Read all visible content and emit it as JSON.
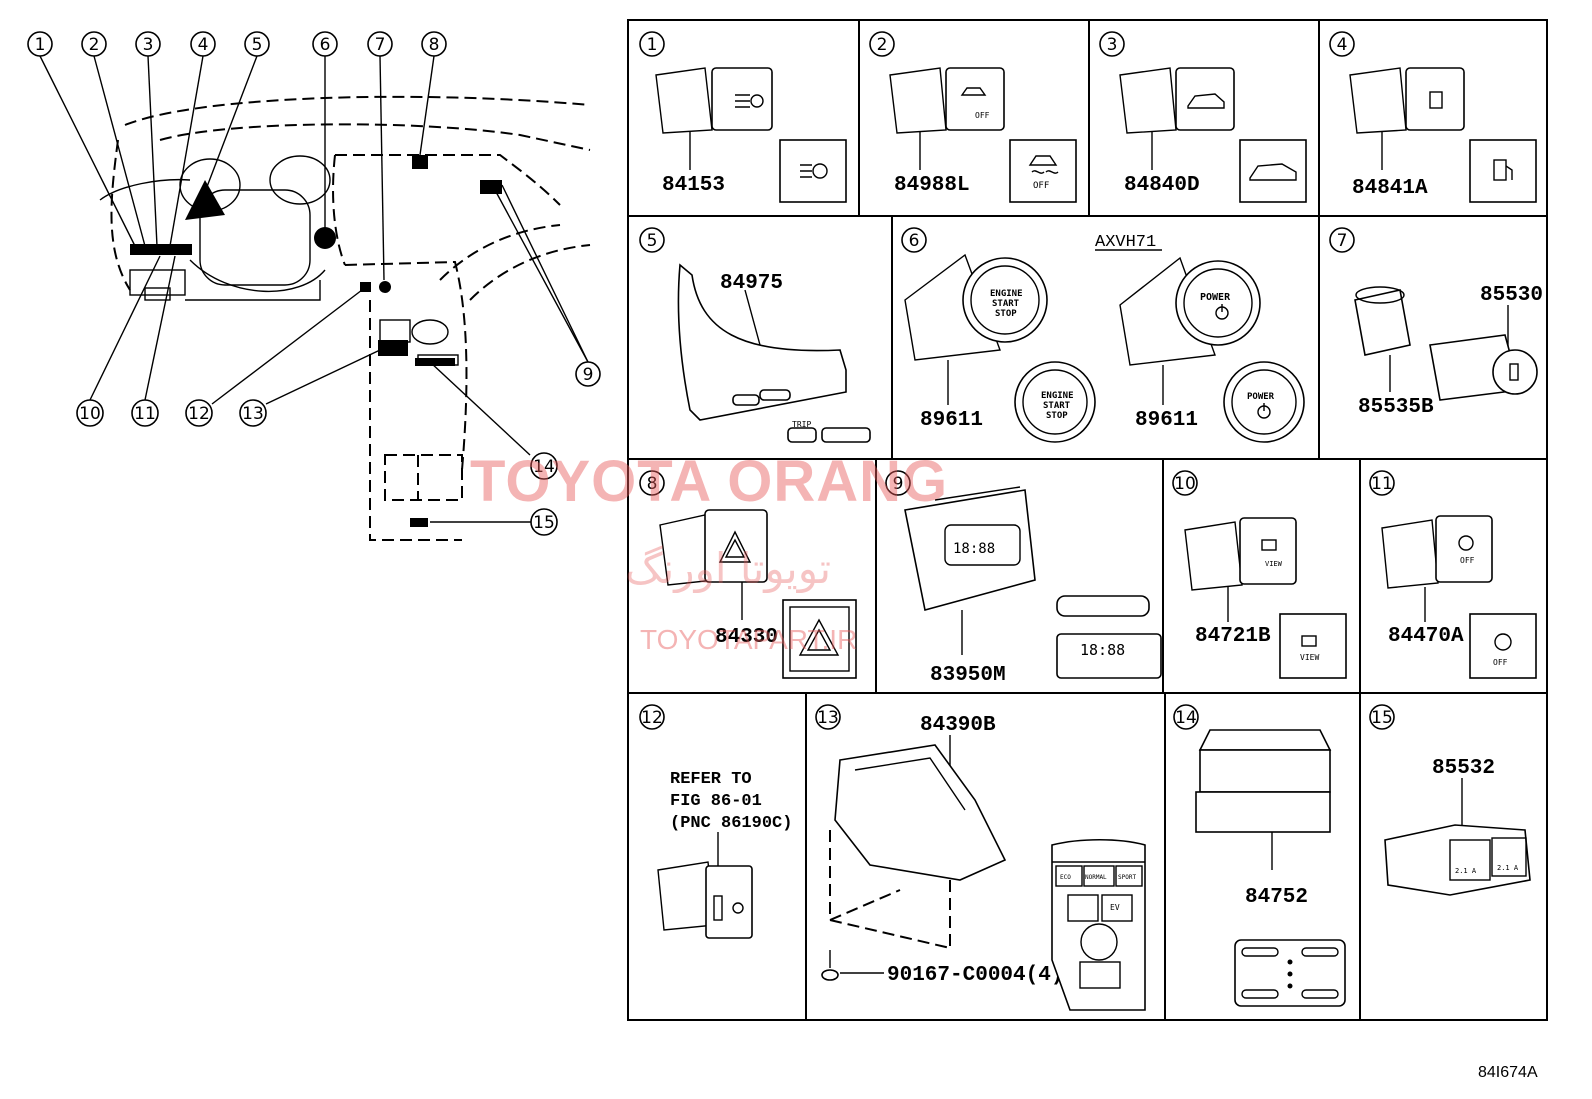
{
  "overview_callouts": [
    "1",
    "2",
    "3",
    "4",
    "5",
    "6",
    "7",
    "8",
    "9",
    "10",
    "11",
    "12",
    "13",
    "14",
    "15"
  ],
  "cells": [
    {
      "index": "1",
      "part_numbers": [
        "84153"
      ]
    },
    {
      "index": "2",
      "part_numbers": [
        "84988L"
      ],
      "button_text": [
        "OFF"
      ]
    },
    {
      "index": "3",
      "part_numbers": [
        "84840D"
      ]
    },
    {
      "index": "4",
      "part_numbers": [
        "84841A"
      ]
    },
    {
      "index": "5",
      "part_numbers": [
        "84975"
      ],
      "button_text": [
        "TRIP"
      ]
    },
    {
      "index": "6",
      "part_numbers": [
        "89611",
        "89611"
      ],
      "model_code": "AXVH71",
      "button_text": [
        "ENGINE",
        "START",
        "STOP",
        "POWER"
      ]
    },
    {
      "index": "7",
      "part_numbers": [
        "85530",
        "85535B"
      ]
    },
    {
      "index": "8",
      "part_numbers": [
        "84330"
      ]
    },
    {
      "index": "9",
      "part_numbers": [
        "83950M"
      ],
      "button_text": [
        "18:88"
      ]
    },
    {
      "index": "10",
      "part_numbers": [
        "84721B"
      ],
      "button_text": [
        "VIEW"
      ]
    },
    {
      "index": "11",
      "part_numbers": [
        "84470A"
      ],
      "button_text": [
        "OFF"
      ]
    },
    {
      "index": "12",
      "part_numbers": [],
      "note_lines": [
        "REFER TO",
        "FIG 86-01",
        "(PNC 86190C)"
      ]
    },
    {
      "index": "13",
      "part_numbers": [
        "84390B",
        "90167-C0004(4)"
      ],
      "button_text": [
        "ECO",
        "NORMAL",
        "SPORT",
        "EV"
      ]
    },
    {
      "index": "14",
      "part_numbers": [
        "84752"
      ]
    },
    {
      "index": "15",
      "part_numbers": [
        "85532"
      ],
      "button_text": [
        "2.1 A",
        "2.1 A"
      ]
    }
  ],
  "watermark": {
    "brand": "TOYOTA ORANG",
    "persian": "تویوتا اورنگ",
    "url": "TOYOTAPART.IR"
  },
  "diagram_code": "84I674A"
}
